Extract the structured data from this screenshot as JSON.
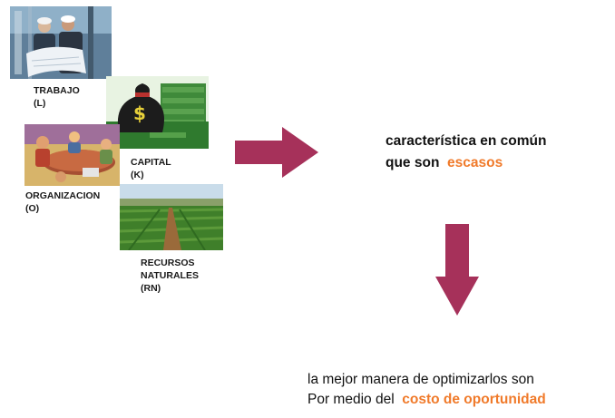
{
  "resources": {
    "trabajo": {
      "name": "TRABAJO",
      "abbr": "(L)"
    },
    "capital": {
      "name": "CAPITAL",
      "abbr": "(K)"
    },
    "organizacion": {
      "name": "ORGANIZACION",
      "abbr": "(O)"
    },
    "recursos": {
      "name_line1": "RECURSOS",
      "name_line2": "NATURALES",
      "abbr": "(RN)"
    }
  },
  "main": {
    "line1": "característica en común",
    "line2_prefix": "que son",
    "line2_highlight": "escasos"
  },
  "bottom": {
    "line1": "la mejor manera de optimizarlos son",
    "line2_prefix": "Por medio del",
    "line2_highlight": "costo de oportunidad"
  },
  "colors": {
    "arrow": "#a6315a",
    "highlight": "#f07a2a"
  }
}
